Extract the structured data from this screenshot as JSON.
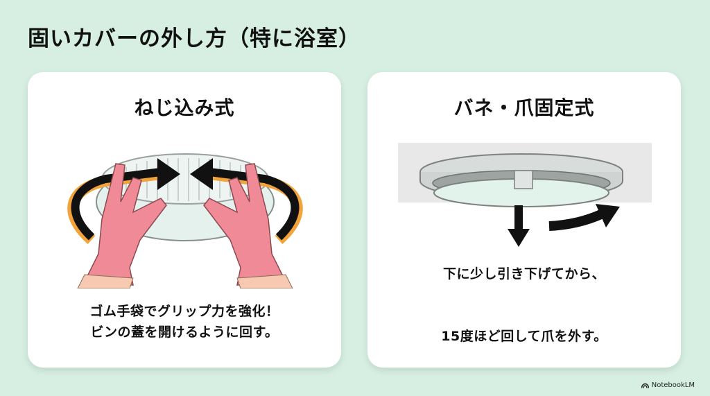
{
  "page": {
    "title": "固いカバーの外し方（特に浴室）"
  },
  "cards": [
    {
      "title": "ねじ込み式",
      "illustration": "gloved-hands-twisting-cover",
      "caption_lines": [
        "ゴム手袋でグリップ力を強化！",
        "ビンの蓋を開けるように回す。"
      ]
    },
    {
      "title": "バネ・爪固定式",
      "illustration": "ceiling-cover-pull-down-and-rotate",
      "caption_lines": [
        "下に少し引き下げてから、",
        "15度ほど回して爪を外す。"
      ]
    }
  ],
  "footer": {
    "brand": "NotebookLM",
    "icon": "notebooklm-logo-icon"
  },
  "colors": {
    "background": "#d6efe2",
    "card": "#ffffff",
    "glove": "#f08a96",
    "arrow": "#111111",
    "arrow_accent": "#f2a33a",
    "cover_glass": "#e4f3ec"
  }
}
